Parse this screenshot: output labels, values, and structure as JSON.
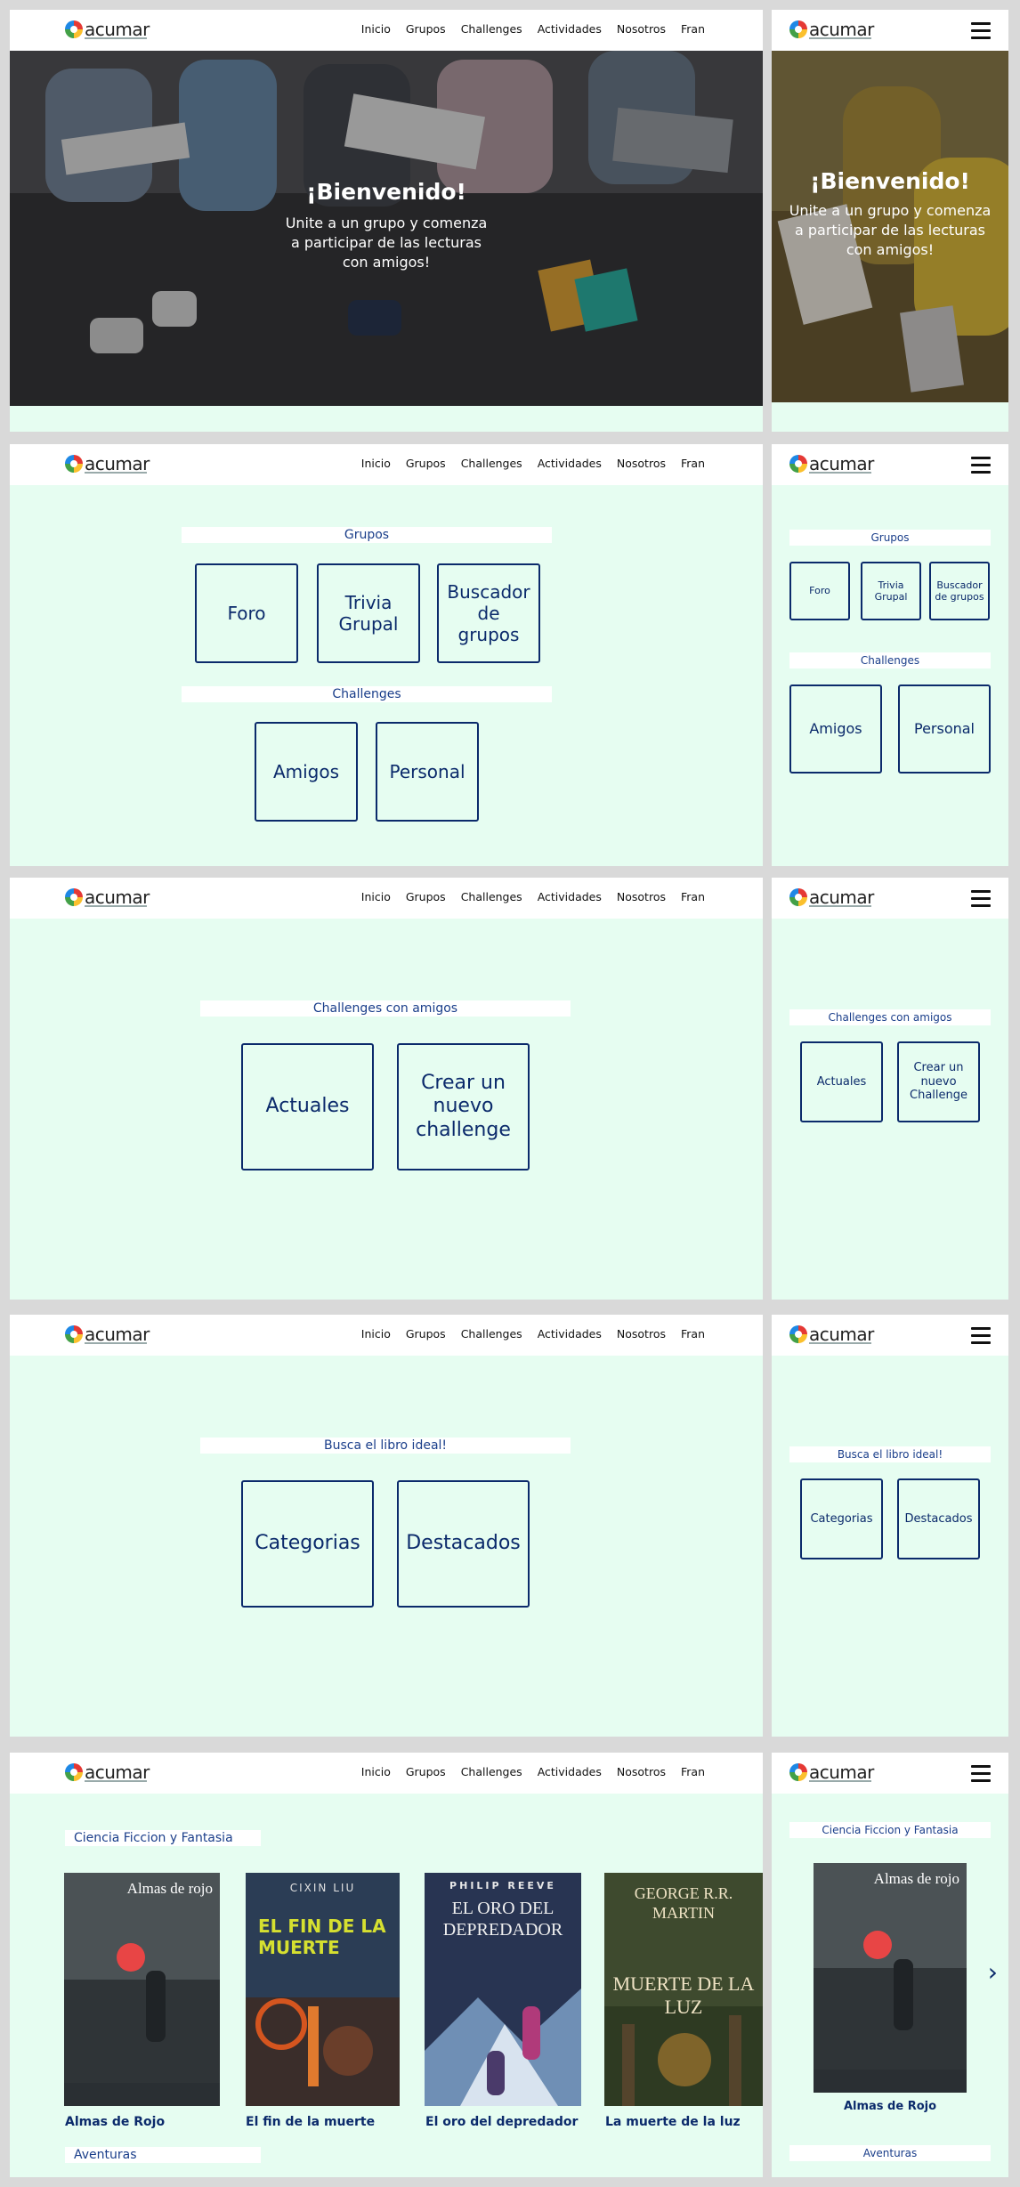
{
  "brand": {
    "name": "acumar"
  },
  "nav": {
    "items": [
      "Inicio",
      "Grupos",
      "Challenges",
      "Actividades",
      "Nosotros",
      "Fran"
    ]
  },
  "icons": {
    "menu": "hamburger-icon",
    "next": "chevron-right-icon"
  },
  "colors": {
    "background": "#e6fdf1",
    "accent": "#0b2a6b",
    "nav": "#ffffff"
  },
  "welcome": {
    "title": "¡Bienvenido!",
    "subtitle": "Unite a un grupo y comenza a participar de las lecturas con amigos!"
  },
  "groups": {
    "section": "Grupos",
    "tiles": [
      "Foro",
      "Trivia Grupal",
      "Buscador de grupos"
    ],
    "challenges_section": "Challenges",
    "challenge_tiles": [
      "Amigos",
      "Personal"
    ]
  },
  "friend_challenges": {
    "section": "Challenges con amigos",
    "tiles_desktop": [
      "Actuales",
      "Crear un nuevo challenge"
    ],
    "tiles_mobile": [
      "Actuales",
      "Crear un nuevo Challenge"
    ]
  },
  "finder": {
    "section": "Busca el libro ideal!",
    "tiles": [
      "Categorias",
      "Destacados"
    ]
  },
  "catalog": {
    "category": "Ciencia Ficcion y Fantasia",
    "next_category": "Aventuras",
    "books": [
      {
        "title": "Almas de Rojo",
        "cover_title": "Almas de rojo",
        "cover_author": ""
      },
      {
        "title": "El fin de la muerte",
        "cover_title": "EL FIN DE LA MUERTE",
        "cover_author": "CIXIN LIU"
      },
      {
        "title": "El oro del depredador",
        "cover_title": "EL ORO DEL DEPREDADOR",
        "cover_author": "PHILIP REEVE"
      },
      {
        "title": "La muerte de la luz",
        "cover_title": "MUERTE DE LA LUZ",
        "cover_author": "GEORGE R.R. MARTIN"
      }
    ]
  }
}
